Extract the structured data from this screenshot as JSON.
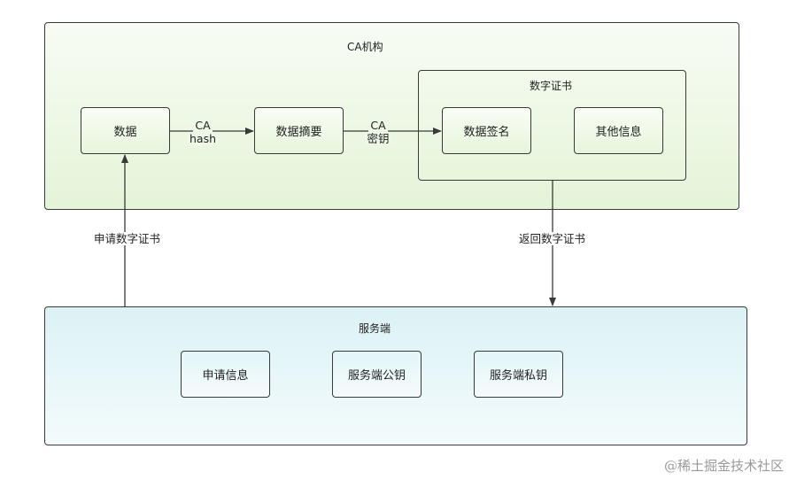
{
  "ca_org": {
    "title": "CA机构",
    "nodes": {
      "data": "数据",
      "digest": "数据摘要"
    },
    "edges": {
      "hash_line1": "CA",
      "hash_line2": "hash",
      "key_line1": "CA",
      "key_line2": "密钥"
    },
    "certificate": {
      "title": "数字证书",
      "signature": "数据签名",
      "other_info": "其他信息"
    }
  },
  "server": {
    "title": "服务端",
    "nodes": {
      "apply_info": "申请信息",
      "public_key": "服务端公钥",
      "private_key": "服务端私钥"
    }
  },
  "flows": {
    "apply": "申请数字证书",
    "return": "返回数字证书"
  },
  "watermark": "@稀土掘金技术社区",
  "colors": {
    "ca_fill_top": "#f8fcf4",
    "ca_fill_bottom": "#e4f4d8",
    "server_fill_top": "#dcf2f5",
    "server_fill_bottom": "#f3fbfc",
    "stroke": "#3a3a3a"
  }
}
